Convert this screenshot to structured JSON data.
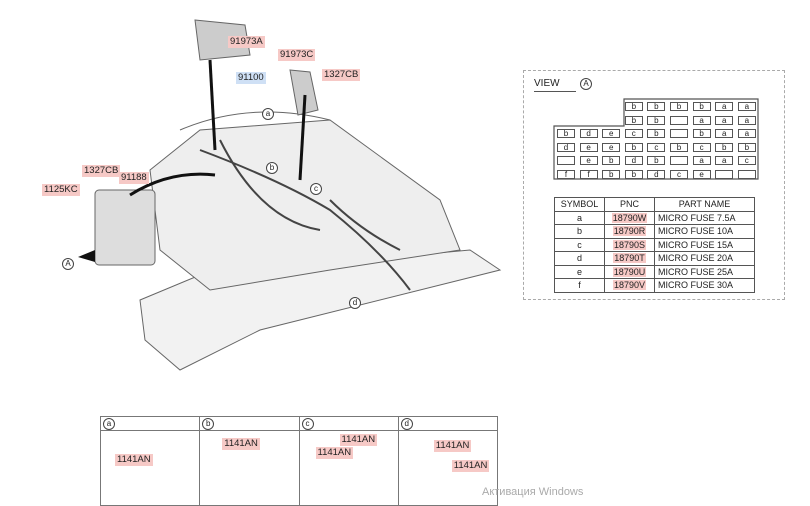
{
  "callouts": {
    "p1": "91973A",
    "p2": "91973C",
    "p3": "1327CB",
    "p4": "91100",
    "p5": "1327CB",
    "p6": "91188",
    "p7": "1125KC",
    "view_marker": "A",
    "a": "a",
    "b": "b",
    "c": "c",
    "d": "d"
  },
  "view": {
    "title": "VIEW",
    "marker": "A",
    "grid_rows": [
      [
        "b",
        "b",
        "b",
        "b",
        "a",
        "a"
      ],
      [
        "b",
        "b",
        "",
        "a",
        "a",
        "a"
      ],
      [
        "b",
        "d",
        "e",
        "c",
        "b",
        "",
        "b",
        "a",
        "a"
      ],
      [
        "d",
        "e",
        "e",
        "b",
        "c",
        "b",
        "c",
        "b",
        "b"
      ],
      [
        "",
        "e",
        "b",
        "d",
        "b",
        "",
        "a",
        "a",
        "c"
      ],
      [
        "f",
        "f",
        "b",
        "b",
        "d",
        "c",
        "e",
        "",
        ""
      ]
    ],
    "table": {
      "headers": [
        "SYMBOL",
        "PNC",
        "PART NAME"
      ],
      "rows": [
        [
          "a",
          "18790W",
          "MICRO FUSE 7.5A"
        ],
        [
          "b",
          "18790R",
          "MICRO FUSE 10A"
        ],
        [
          "c",
          "18790S",
          "MICRO FUSE 15A"
        ],
        [
          "d",
          "18790T",
          "MICRO FUSE 20A"
        ],
        [
          "e",
          "18790U",
          "MICRO FUSE 25A"
        ],
        [
          "f",
          "18790V",
          "MICRO FUSE 30A"
        ]
      ]
    }
  },
  "details": [
    {
      "symbol": "a",
      "labels": [
        "1141AN"
      ]
    },
    {
      "symbol": "b",
      "labels": [
        "1141AN"
      ]
    },
    {
      "symbol": "c",
      "labels": [
        "1141AN",
        "1141AN"
      ]
    },
    {
      "symbol": "d",
      "labels": [
        "1141AN",
        "1141AN"
      ]
    }
  ],
  "watermark": "Активация Windows"
}
